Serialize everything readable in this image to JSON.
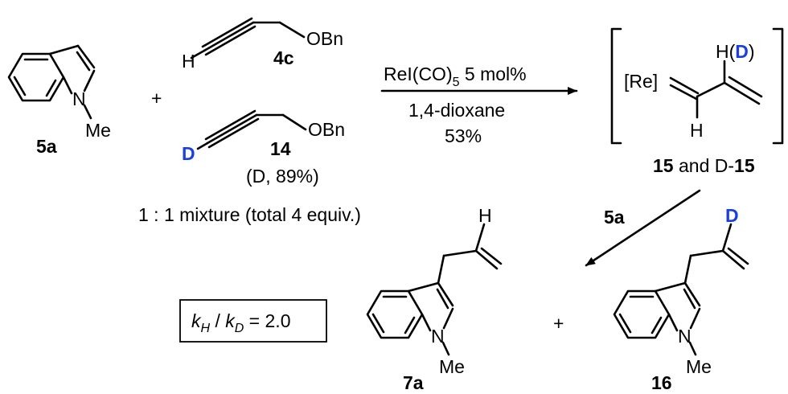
{
  "reactant_indole": {
    "id": "5a",
    "n_label": "N",
    "substituent": "Me"
  },
  "alkyne_h": {
    "id": "4c",
    "terminal": "H",
    "group": "OBn"
  },
  "alkyne_d": {
    "id": "14",
    "terminal": "D",
    "group": "OBn",
    "note": "(D, 89%)"
  },
  "plus": "+",
  "mixture_note": "1 : 1 mixture (total 4 equiv.)",
  "arrow1": {
    "catalyst": "ReI(CO)",
    "cat_sub": "5",
    "loading": " 5 mol%",
    "solvent": "1,4-dioxane",
    "yield": "53%"
  },
  "intermediate": {
    "metal": "[Re]",
    "h_top": "H(",
    "d_top": "D",
    "h_top_close": ")",
    "h_bottom": "H",
    "caption_a": "15",
    "caption_mid": " and D-",
    "caption_b": "15"
  },
  "arrow2": {
    "reagent": "5a"
  },
  "kie": {
    "k": "k",
    "sub_h": "H",
    "slash": " / ",
    "sub_d": "D",
    "value": " = 2.0"
  },
  "product_7a": {
    "id": "7a",
    "vinyl_atom": "H",
    "n_label": "N",
    "substituent": "Me"
  },
  "product_16": {
    "id": "16",
    "vinyl_atom": "D",
    "n_label": "N",
    "substituent": "Me"
  }
}
